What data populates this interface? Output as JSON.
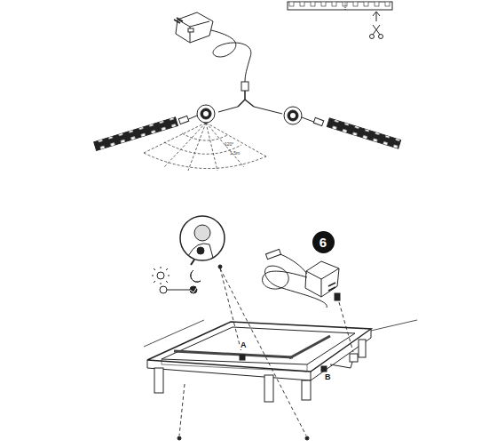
{
  "diagram": {
    "nodes": [
      {
        "text": [
          "6"
        ]
      }
    ],
    "labels": [
      "A",
      "B",
      "120°",
      "1.5m"
    ]
  }
}
